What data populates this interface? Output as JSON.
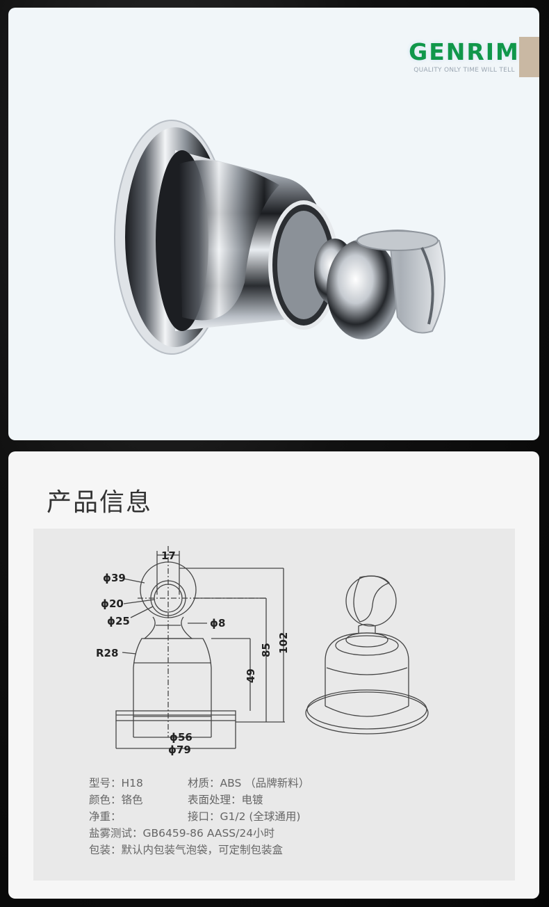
{
  "brand": {
    "name": "GENRIM",
    "tagline": "QUALITY ONLY TIME WILL TELL",
    "green": "#10974a",
    "swatch_color": "#c9b8a3"
  },
  "hero": {
    "image": "chrome-shower-head-holder-photo"
  },
  "section": {
    "title": "产品信息"
  },
  "drawing": {
    "dimensions": {
      "top_width": "17",
      "ball_outer": "ϕ39",
      "ball_inner": "ϕ20",
      "ring": "ϕ25",
      "neck": "ϕ8",
      "radius": "R28",
      "body_height": "49",
      "center_height": "85",
      "total_height": "102",
      "body_diameter": "ϕ56",
      "base_diameter": "ϕ79"
    }
  },
  "specs": {
    "rows": [
      {
        "left": "型号：H18",
        "right": "材质：ABS （品牌新料）"
      },
      {
        "left": "颜色：铬色",
        "right": "表面处理：电镀"
      },
      {
        "left": "净重：",
        "right": "接口：G1/2 (全球通用)"
      }
    ],
    "salt_spray": "盐雾测试：GB6459-86 AASS/24小时",
    "packaging": "包装：默认内包装气泡袋，可定制包装盒"
  }
}
